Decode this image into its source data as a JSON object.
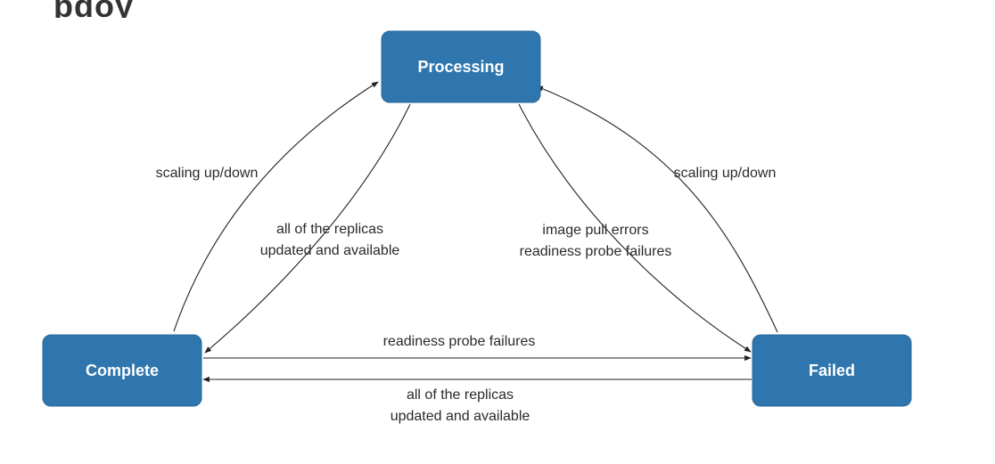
{
  "header": {
    "fragment": "pdoy"
  },
  "colors": {
    "node_fill": "#2e76ad",
    "node_text": "#ffffff",
    "edge": "#222222",
    "label_text": "#2a2a2a"
  },
  "nodes": {
    "processing": "Processing",
    "complete": "Complete",
    "failed": "Failed"
  },
  "edges": {
    "complete_to_processing": "scaling up/down",
    "processing_to_complete": [
      "all of the replicas",
      "updated and available"
    ],
    "processing_to_failed": [
      "image pull errors",
      "readiness probe failures"
    ],
    "failed_to_processing": "scaling up/down",
    "complete_to_failed": "readiness probe failures",
    "failed_to_complete": [
      "all of the replicas",
      "updated and available"
    ]
  }
}
